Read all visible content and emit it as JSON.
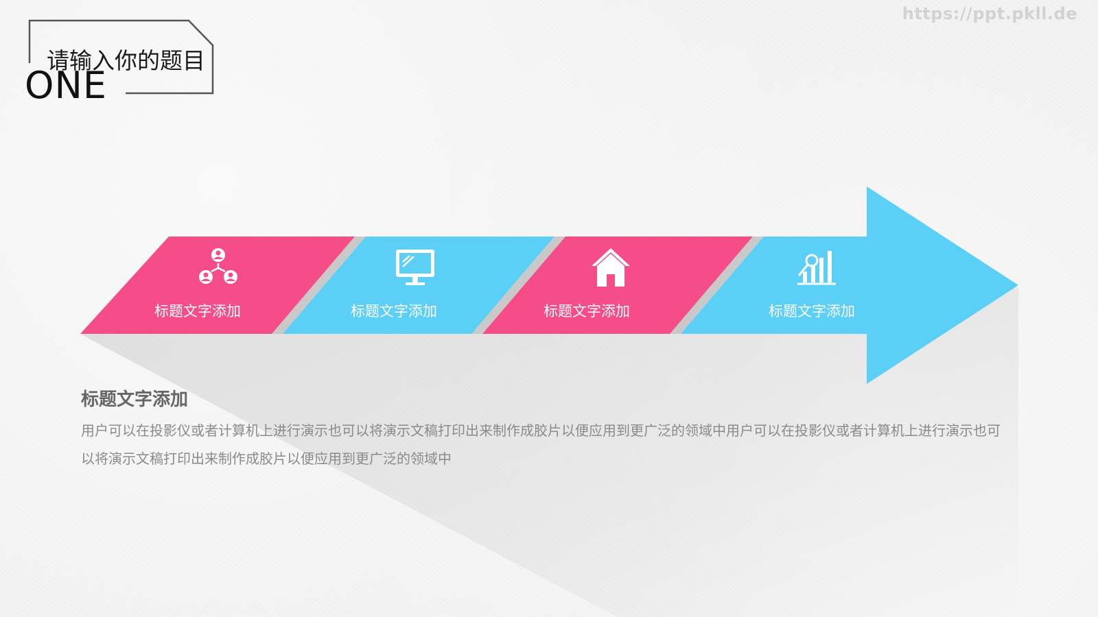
{
  "watermark": "https://ppt.pkll.de",
  "title": {
    "text": "请输入你的题目",
    "number": "ONE"
  },
  "steps": [
    {
      "label": "标题文字添加",
      "icon": "people-network-icon",
      "color": "#f44d87"
    },
    {
      "label": "标题文字添加",
      "icon": "monitor-icon",
      "color": "#5bcff6"
    },
    {
      "label": "标题文字添加",
      "icon": "home-icon",
      "color": "#f44d87"
    },
    {
      "label": "标题文字添加",
      "icon": "bar-chart-icon",
      "color": "#5bcff6"
    }
  ],
  "description": {
    "heading": "标题文字添加",
    "body": "用户可以在投影仪或者计算机上进行演示也可以将演示文稿打印出来制作成胶片以便应用到更广泛的领域中用户可以在投影仪或者计算机上进行演示也可以将演示文稿打印出来制作成胶片以便应用到更广泛的领域中"
  },
  "colors": {
    "pink": "#f44d87",
    "blue": "#5bcff6"
  }
}
